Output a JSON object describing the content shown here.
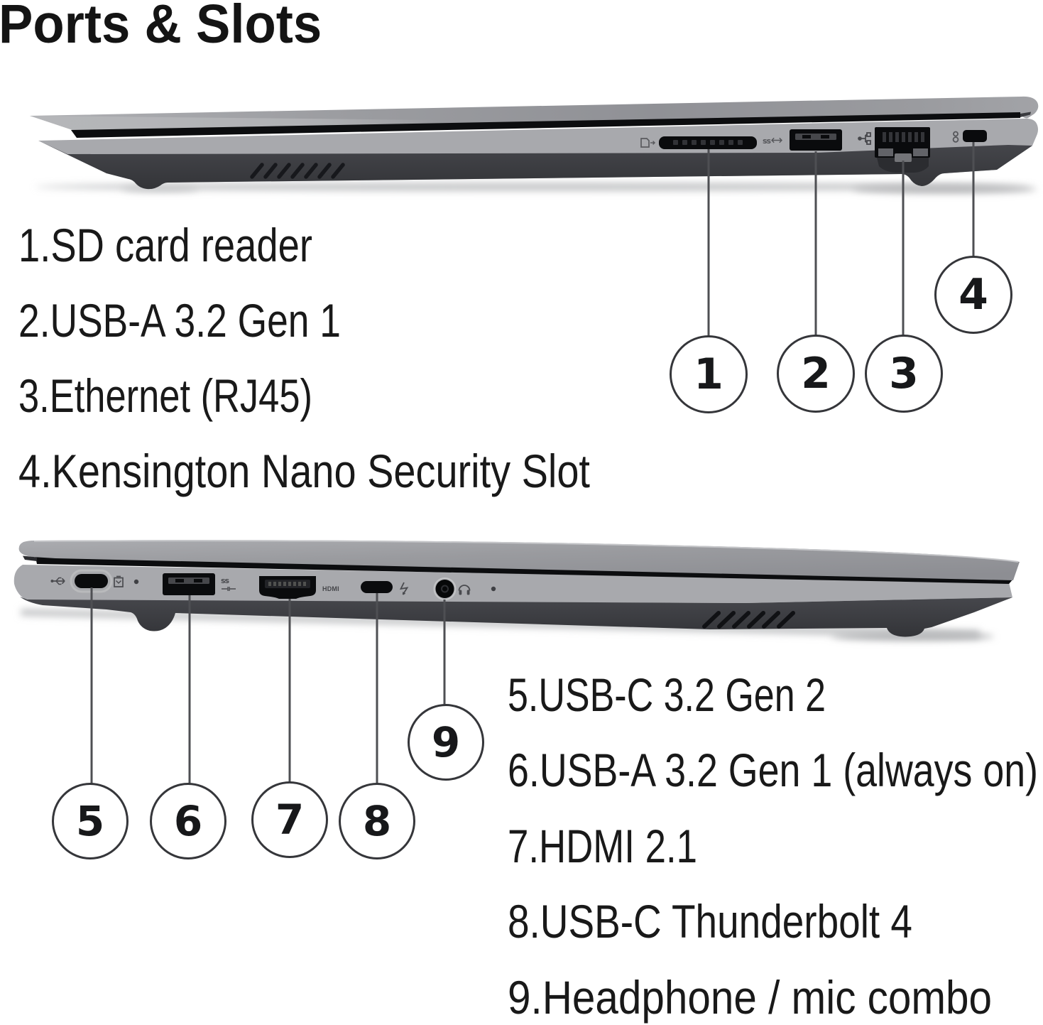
{
  "title": "Ports & Slots",
  "ports": [
    {
      "num": "1",
      "label": "1.SD card reader"
    },
    {
      "num": "2",
      "label": "2.USB-A 3.2 Gen 1"
    },
    {
      "num": "3",
      "label": "3.Ethernet (RJ45)"
    },
    {
      "num": "4",
      "label": "4.Kensington Nano Security Slot"
    },
    {
      "num": "5",
      "label": "5.USB-C 3.2 Gen 2"
    },
    {
      "num": "6",
      "label": "6.USB-A 3.2 Gen 1 (always on)"
    },
    {
      "num": "7",
      "label": "7.HDMI 2.1"
    },
    {
      "num": "8",
      "label": "8.USB-C Thunderbolt 4"
    },
    {
      "num": "9",
      "label": "9.Headphone / mic combo"
    }
  ],
  "engravings": {
    "hdmi": "HDMI"
  },
  "colors": {
    "background": "#ffffff",
    "text": "#191919",
    "laptop_lid_gray": "#97989c",
    "laptop_base_light": "#a8a9ad",
    "laptop_base_dark": "#3d3e43",
    "port_black": "#0a0b0d",
    "callout_line": "#55565a",
    "callout_circle_stroke": "#35363a"
  }
}
